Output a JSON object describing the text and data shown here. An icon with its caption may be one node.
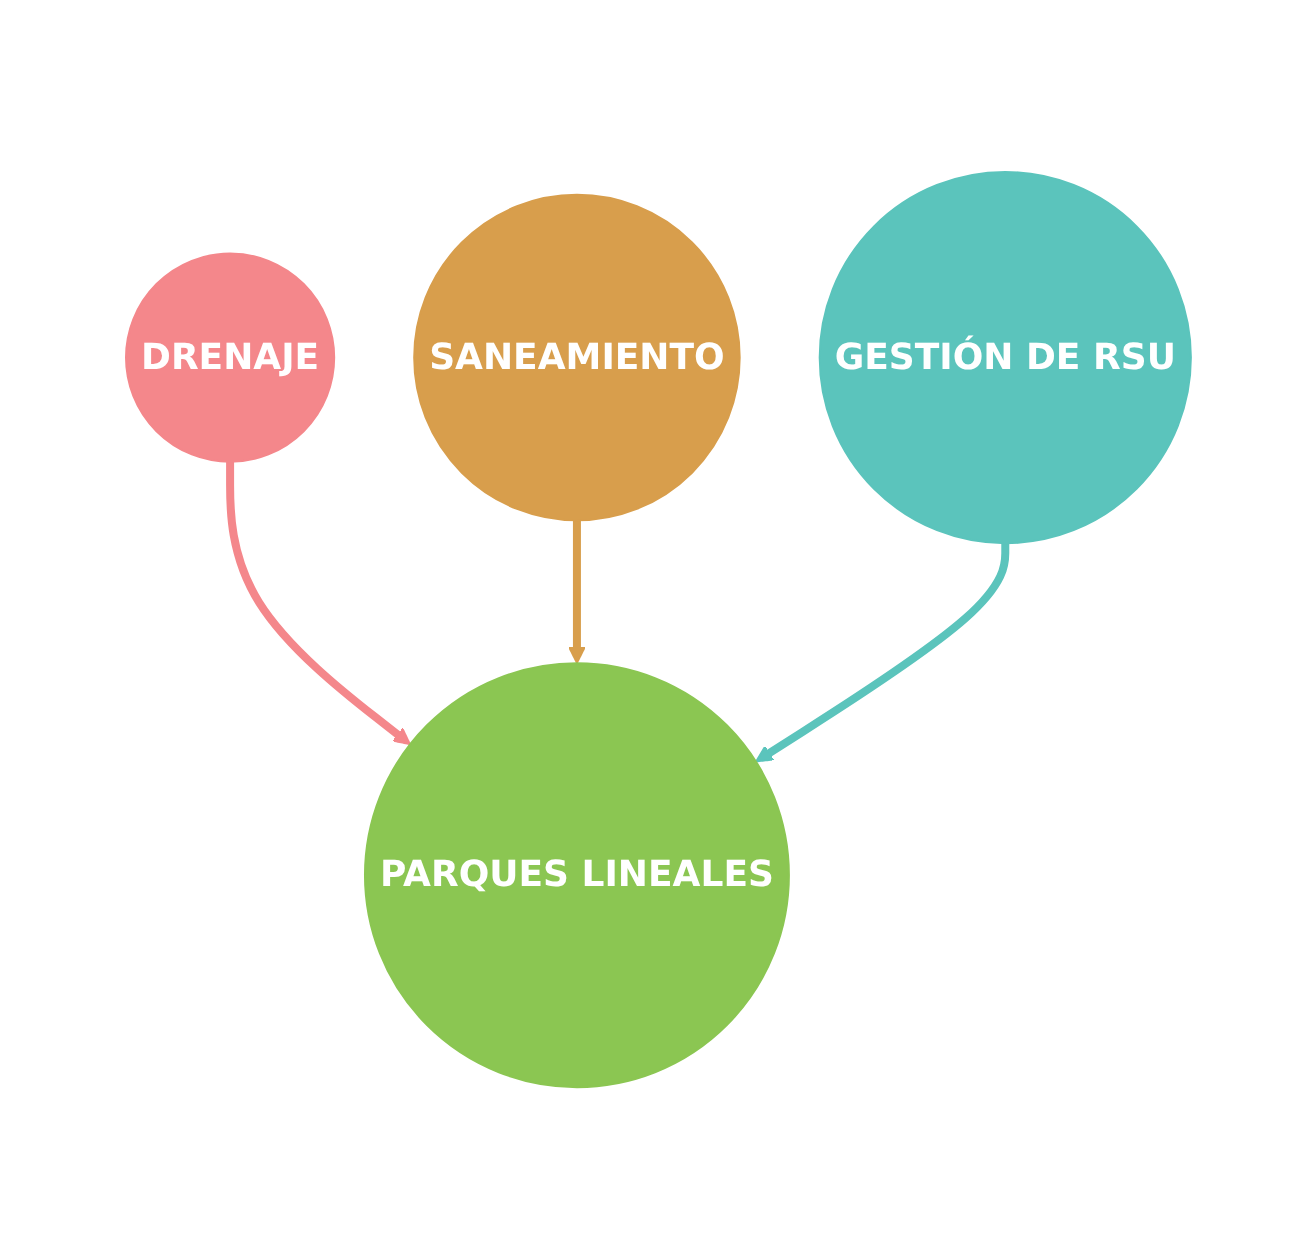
{
  "diagram": {
    "nodes": [
      {
        "text": [
          "DRENAJE"
        ]
      },
      {
        "text": [
          "SANEAMIENTO"
        ]
      },
      {
        "text": [
          "GESTIÓN DE RSU"
        ]
      },
      {
        "text": [
          "PARQUES LINEALES"
        ]
      }
    ],
    "edges": [
      {
        "from": 0,
        "to": 3,
        "arrow": "to",
        "color": "#f4878b"
      },
      {
        "from": 1,
        "to": 3,
        "arrow": "to",
        "color": "#d89e4c"
      },
      {
        "from": 2,
        "to": 3,
        "arrow": "to",
        "color": "#5bc4bc"
      }
    ]
  }
}
